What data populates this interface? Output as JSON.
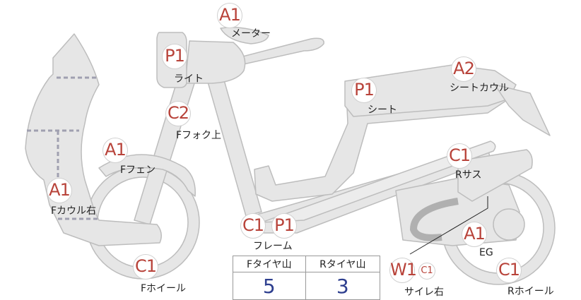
{
  "parts": [
    {
      "key": "meter",
      "code": "A1",
      "label": "メーター"
    },
    {
      "key": "light",
      "code": "P1",
      "label": "ライト"
    },
    {
      "key": "fork",
      "code": "C2",
      "label": "Fフォク上"
    },
    {
      "key": "ffender",
      "code": "A1",
      "label": "Fフェン"
    },
    {
      "key": "fcowl",
      "code": "A1",
      "label": "Fカウル右"
    },
    {
      "key": "fwheel",
      "code": "C1",
      "label": "Fホイール"
    },
    {
      "key": "frame",
      "codes": [
        "C1",
        "P1"
      ],
      "label": "フレーム"
    },
    {
      "key": "seat",
      "code": "P1",
      "label": "シート"
    },
    {
      "key": "seatcowl",
      "code": "A2",
      "label": "シートカウル"
    },
    {
      "key": "rsus",
      "code": "C1",
      "label": "Rサス"
    },
    {
      "key": "eg",
      "code": "A1",
      "label": "EG"
    },
    {
      "key": "rwheel",
      "code": "C1",
      "label": "Rホイール"
    },
    {
      "key": "muffler",
      "codes": [
        "W1",
        "C1"
      ],
      "label": "サイレ右"
    }
  ],
  "tire_table": {
    "headers": [
      "Fタイヤ山",
      "Rタイヤ山"
    ],
    "values": [
      "5",
      "3"
    ]
  },
  "colors": {
    "part_fill": "#e6e6e6",
    "part_stroke": "#bdbdbd",
    "badge_text": "#b8433a",
    "table_value": "#2e3f8f",
    "dash": "#a0a0b0"
  }
}
